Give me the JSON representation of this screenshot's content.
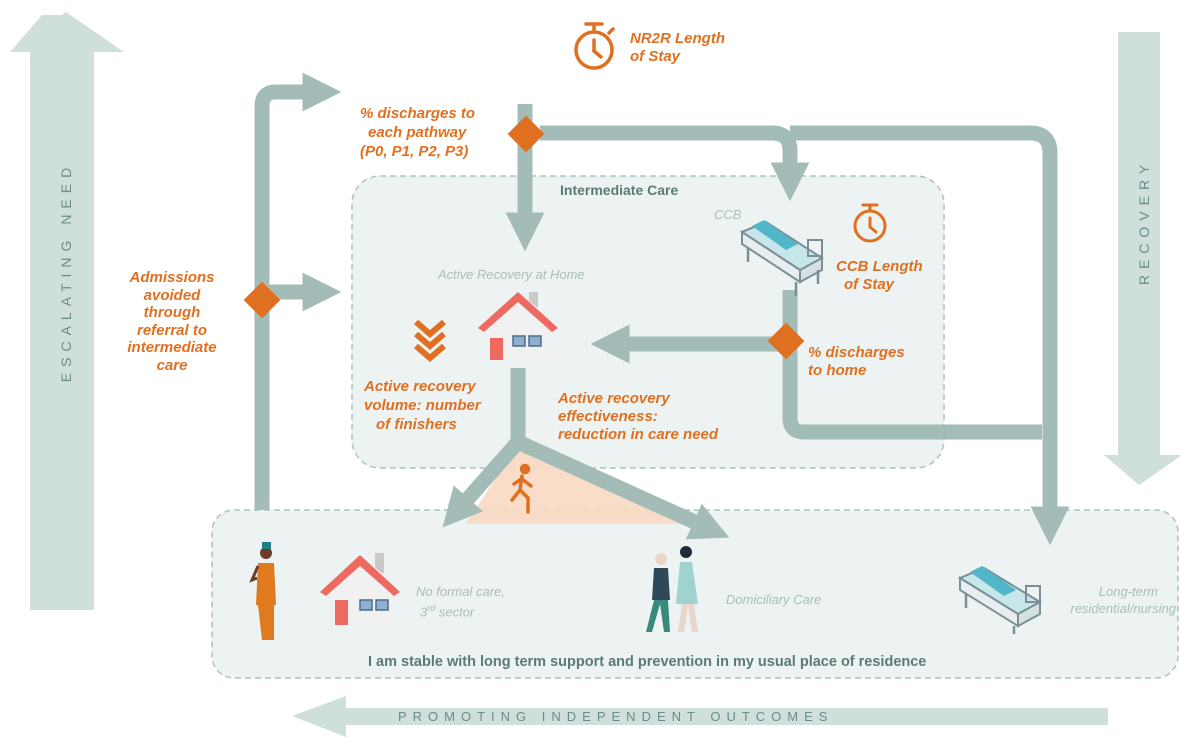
{
  "colors": {
    "flow_arrow": "#a3bcb8",
    "side_arrow": "#cfdfdb",
    "box_fill": "#edf3f2",
    "box_border": "#a9c5c0",
    "orange": "#e07021",
    "grey_text": "#a9bdbb",
    "teal_text": "#5a7b78"
  },
  "side_labels": {
    "left": "ESCALATING NEED",
    "right": "RECOVERY",
    "bottom": "PROMOTING INDEPENDENT OUTCOMES"
  },
  "metrics": {
    "nr2r_los_line1": "NR2R Length",
    "nr2r_los_line2": "of Stay",
    "pct_pathway_line1": "% discharges to",
    "pct_pathway_line2": "each pathway",
    "pct_pathway_line3": "(P0, P1, P2, P3)",
    "admissions_line1": "Admissions",
    "admissions_line2": "avoided",
    "admissions_line3": "through",
    "admissions_line4": "referral to",
    "admissions_line5": "intermediate",
    "admissions_line6": "care",
    "ccb_los_line1": "CCB Length",
    "ccb_los_line2": "of Stay",
    "pct_home_line1": "% discharges",
    "pct_home_line2": "to home",
    "ar_volume_line1": "Active recovery",
    "ar_volume_line2": "volume: number",
    "ar_volume_line3": "of finishers",
    "ar_effect_line1": "Active recovery",
    "ar_effect_line2": "effectiveness:",
    "ar_effect_line3": "reduction in care need"
  },
  "intermediate_care": {
    "title": "Intermediate Care",
    "ccb": "CCB",
    "active_recovery": "Active Recovery at Home"
  },
  "outcomes": {
    "no_formal_line1": "No formal care,",
    "no_formal_line2_main": "3",
    "no_formal_line2_sup": "rd",
    "no_formal_line2_rest": " sector",
    "domiciliary": "Domiciliary Care",
    "long_term_line1": "Long-term",
    "long_term_line2": "residential/nursing",
    "stable_statement": "I am stable with long term support and prevention in my usual place of residence"
  },
  "icons": [
    "stopwatch-icon",
    "hospital-bed-icon",
    "house-icon",
    "chevrons-down-icon",
    "runner-icon",
    "person-icon",
    "couple-walking-icon",
    "diamond-marker-icon"
  ]
}
